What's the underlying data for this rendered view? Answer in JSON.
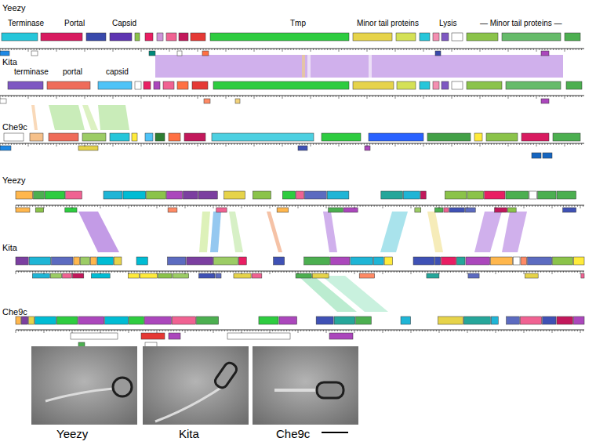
{
  "diagram": {
    "labels": [
      "Yeezy",
      "Terminase",
      "Portal",
      "Capsid",
      "Tmp",
      "Minor tail proteins",
      "Lysis",
      "— Minor tail proteins —",
      "Kita",
      "terminase",
      "portal",
      "capsid",
      "Che9c",
      "Yeezy",
      "Kita",
      "Che9c",
      "Yeezy",
      "Kita",
      "Che9c"
    ]
  }
}
